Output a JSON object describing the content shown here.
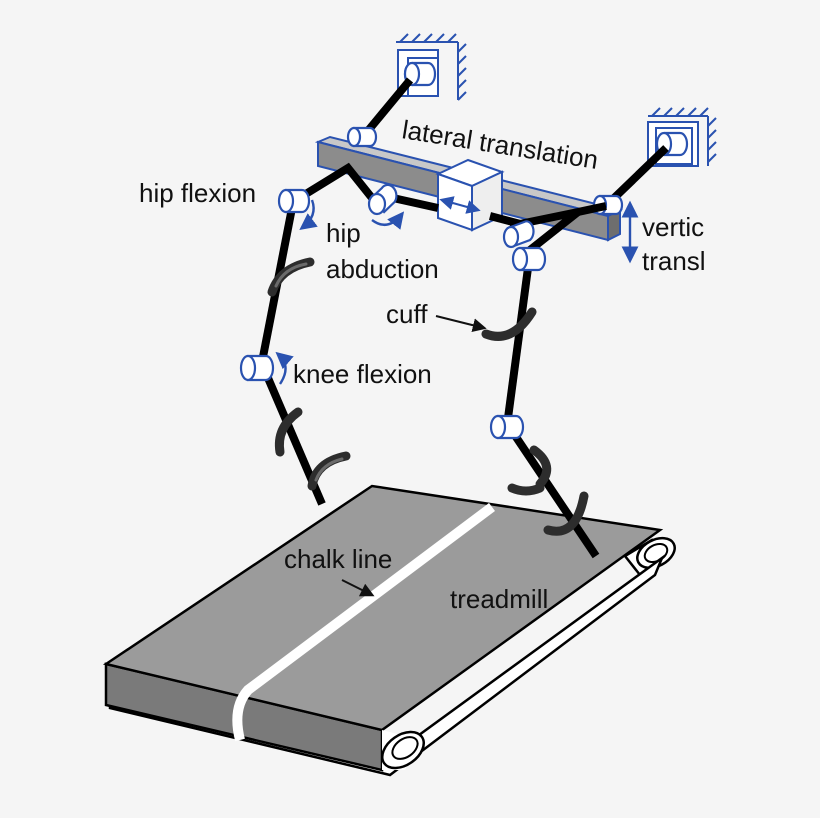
{
  "labels": {
    "lateral_translation": "lateral translation",
    "hip_flexion": "hip flexion",
    "hip": "hip",
    "abduction": "abduction",
    "vertical_1": "vertic",
    "vertical_2": "transl",
    "cuff": "cuff",
    "knee_flexion": "knee flexion",
    "chalk_line": "chalk line",
    "treadmill": "treadmill"
  },
  "colors": {
    "background": "#f5f5f5",
    "joint_outline": "#2a52b0",
    "rail_fill": "#8c8c8c",
    "rail_outline": "#2a52b0",
    "treadmill_top": "#9b9b9b",
    "treadmill_side": "#7a7a7a",
    "chalk_line": "#ffffff",
    "link": "#000000",
    "cuff": "#2d2d2d"
  }
}
